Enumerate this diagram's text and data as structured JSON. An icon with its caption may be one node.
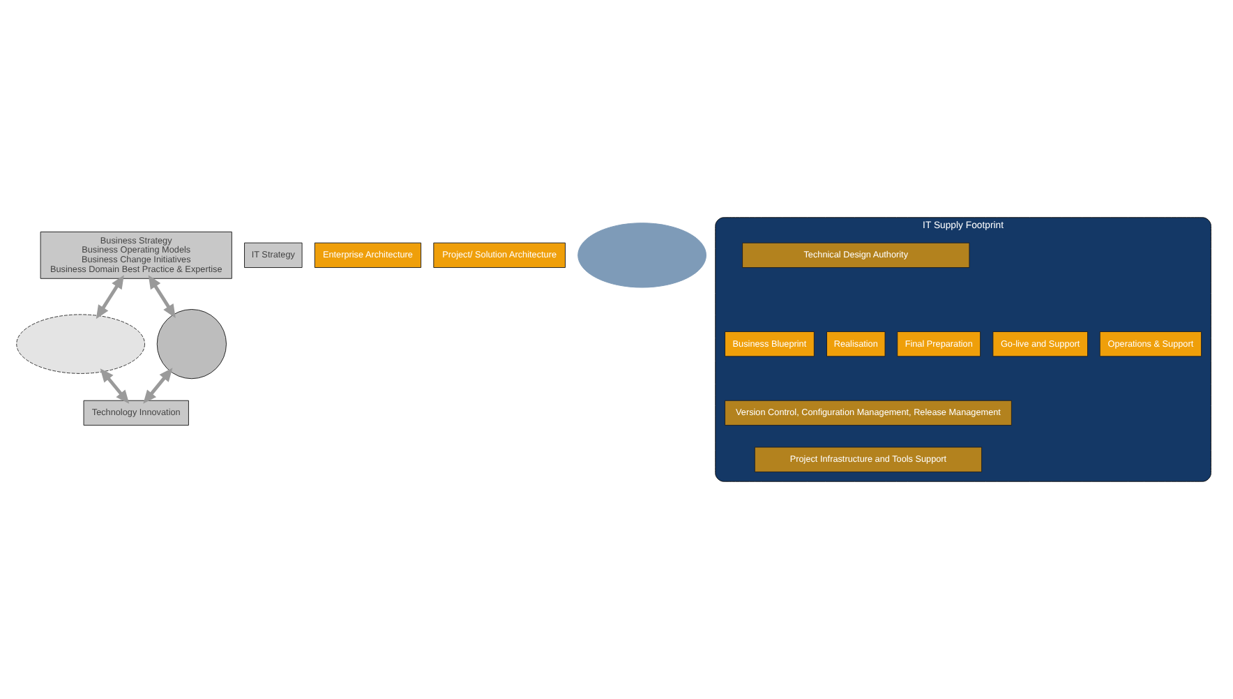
{
  "diagram": {
    "nodes": [
      {
        "text": [
          "Business Strategy",
          "Business Operating Models",
          "Business Change Initiatives",
          "Business Domain Best Practice & Expertise"
        ]
      },
      {
        "text": [],
        "shape": "ellipse"
      },
      {
        "text": [
          "IT Strategy"
        ]
      },
      {
        "text": [],
        "shape": "circle"
      },
      {
        "text": [
          "Enterprise Architecture"
        ]
      },
      {
        "text": [
          "Project/ Solution Architecture"
        ]
      },
      {
        "text": [],
        "shape": "ellipse"
      },
      {
        "text": [
          "IT Supply Footprint"
        ]
      },
      {
        "text": [
          "Technical Design Authority"
        ],
        "in": 7
      },
      {
        "text": [
          "Business Blueprint"
        ],
        "in": 7
      },
      {
        "text": [
          "Realisation"
        ],
        "in": 7
      },
      {
        "text": [
          "Final Preparation"
        ],
        "in": 7
      },
      {
        "text": [
          "Go-live and Support"
        ],
        "in": 7
      },
      {
        "text": [
          "Operations & Support"
        ],
        "in": 7
      },
      {
        "text": [
          "Version Control, Configuration Management, Release Management"
        ],
        "in": 7
      },
      {
        "text": [
          "Project Infrastructure and Tools Support"
        ],
        "in": 7
      },
      {
        "text": [
          "Technology Innovation"
        ]
      }
    ],
    "edges": [
      {
        "from": 0,
        "to": 1,
        "arrow": "both"
      },
      {
        "from": 0,
        "to": 3,
        "arrow": "both"
      },
      {
        "from": 1,
        "to": 16,
        "arrow": "both"
      },
      {
        "from": 3,
        "to": 16,
        "arrow": "both"
      }
    ]
  }
}
